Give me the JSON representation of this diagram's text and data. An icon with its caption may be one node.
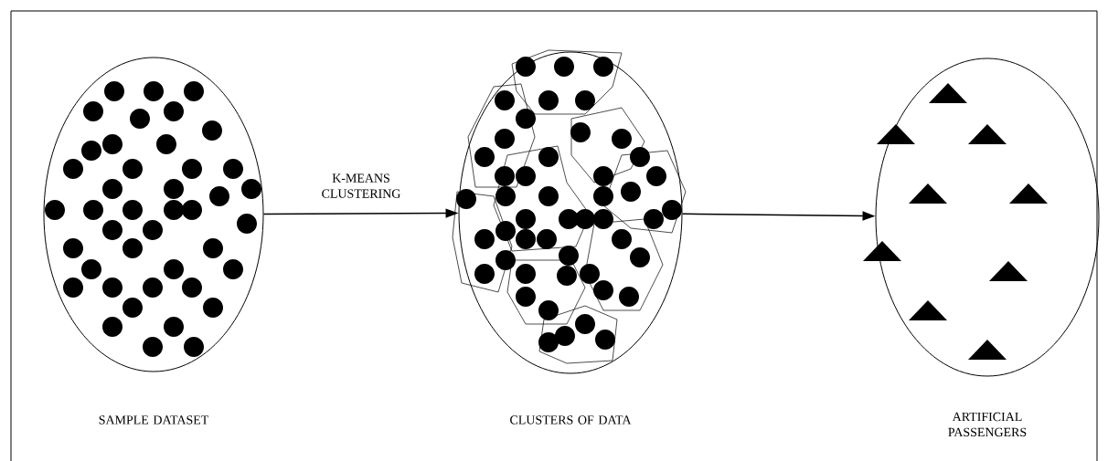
{
  "diagram": {
    "nodes": [
      {
        "text": [],
        "shape": "ellipse",
        "beside": [
          "SAMPLE DATASET"
        ]
      },
      {
        "text": [],
        "shape": "ellipse",
        "beside": [
          "CLUSTERS OF DATA"
        ]
      },
      {
        "text": [],
        "shape": "ellipse",
        "beside": [
          "ARTIFICIAL PASSENGERS"
        ]
      }
    ],
    "edges": [
      {
        "from": 0,
        "to": 1,
        "arrow": "to",
        "label": "K-MEANS CLUSTERING"
      },
      {
        "from": 1,
        "to": 2,
        "arrow": "to"
      }
    ]
  }
}
